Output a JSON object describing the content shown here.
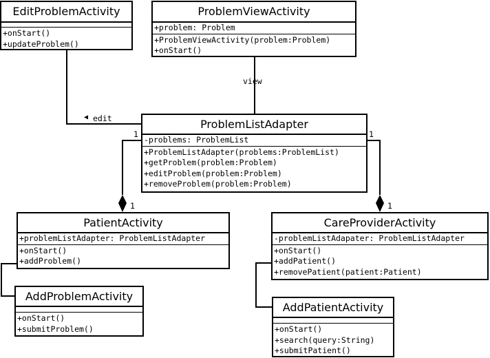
{
  "classes": {
    "edit_problem": {
      "name": "EditProblemActivity",
      "attributes": [],
      "methods": [
        "+onStart()",
        "+updateProblem()"
      ]
    },
    "problem_view": {
      "name": "ProblemViewActivity",
      "attributes": [
        "+problem: Problem"
      ],
      "methods": [
        "+ProblemViewActivity(problem:Problem)",
        "+onStart()"
      ]
    },
    "problem_list_adapter": {
      "name": "ProblemListAdapter",
      "attributes": [
        "-problems: ProblemList"
      ],
      "methods": [
        "+ProblemListAdapter(problems:ProblemList)",
        "+getProblem(problem:Problem)",
        "+editProblem(problem:Problem)",
        "+removeProblem(problem:Problem)"
      ]
    },
    "patient": {
      "name": "PatientActivity",
      "attributes": [
        "+problemListAdapter: ProblemListAdapter"
      ],
      "methods": [
        "+onStart()",
        "+addProblem()"
      ]
    },
    "care_provider": {
      "name": "CareProviderActivity",
      "attributes": [
        "-problemListAdapater: ProblemListAdapter"
      ],
      "methods": [
        "+onStart()",
        "+addPatient()",
        "+removePatient(patient:Patient)"
      ]
    },
    "add_problem": {
      "name": "AddProblemActivity",
      "attributes": [],
      "methods": [
        "+onStart()",
        "+submitProblem()"
      ]
    },
    "add_patient": {
      "name": "AddPatientActivity",
      "attributes": [],
      "methods": [
        "+onStart()",
        "+search(query:String)",
        "+submitPatient()"
      ]
    }
  },
  "relations": {
    "view": "view",
    "edit": "edit",
    "edit_arrow": "◀",
    "left_mult_adapter": "1",
    "left_mult_patient": "1",
    "right_mult_adapter": "1",
    "right_mult_care": "1"
  }
}
